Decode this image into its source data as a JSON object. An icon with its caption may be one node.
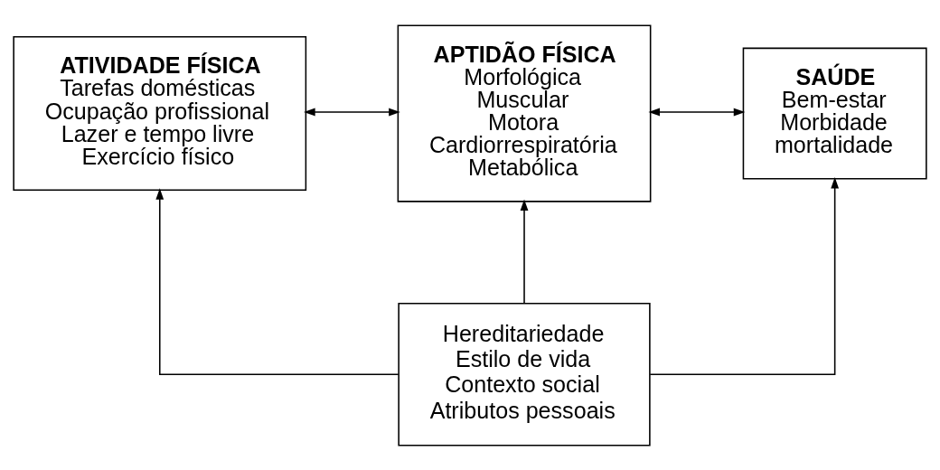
{
  "diagram": {
    "nodes": [
      {
        "text": [
          "ATIVIDADE FÍSICA",
          "Tarefas domésticas",
          "Ocupação profissional",
          "Lazer e tempo livre",
          "Exercício físico"
        ]
      },
      {
        "text": [
          "APTIDÃO FÍSICA",
          "Morfológica",
          "Muscular",
          "Motora",
          "Cardiorrespiratória",
          "Metabólica"
        ]
      },
      {
        "text": [
          "SAÚDE",
          "Bem-estar",
          "Morbidade",
          "mortalidade"
        ]
      },
      {
        "text": [
          "Hereditariedade",
          "Estilo de vida",
          "Contexto social",
          "Atributos pessoais"
        ]
      }
    ],
    "edges": [
      {
        "from": 0,
        "to": 1,
        "arrow": "both"
      },
      {
        "from": 1,
        "to": 2,
        "arrow": "both"
      },
      {
        "from": 3,
        "to": 0,
        "arrow": "to"
      },
      {
        "from": 3,
        "to": 1,
        "arrow": "to"
      },
      {
        "from": 3,
        "to": 2,
        "arrow": "to"
      }
    ]
  }
}
